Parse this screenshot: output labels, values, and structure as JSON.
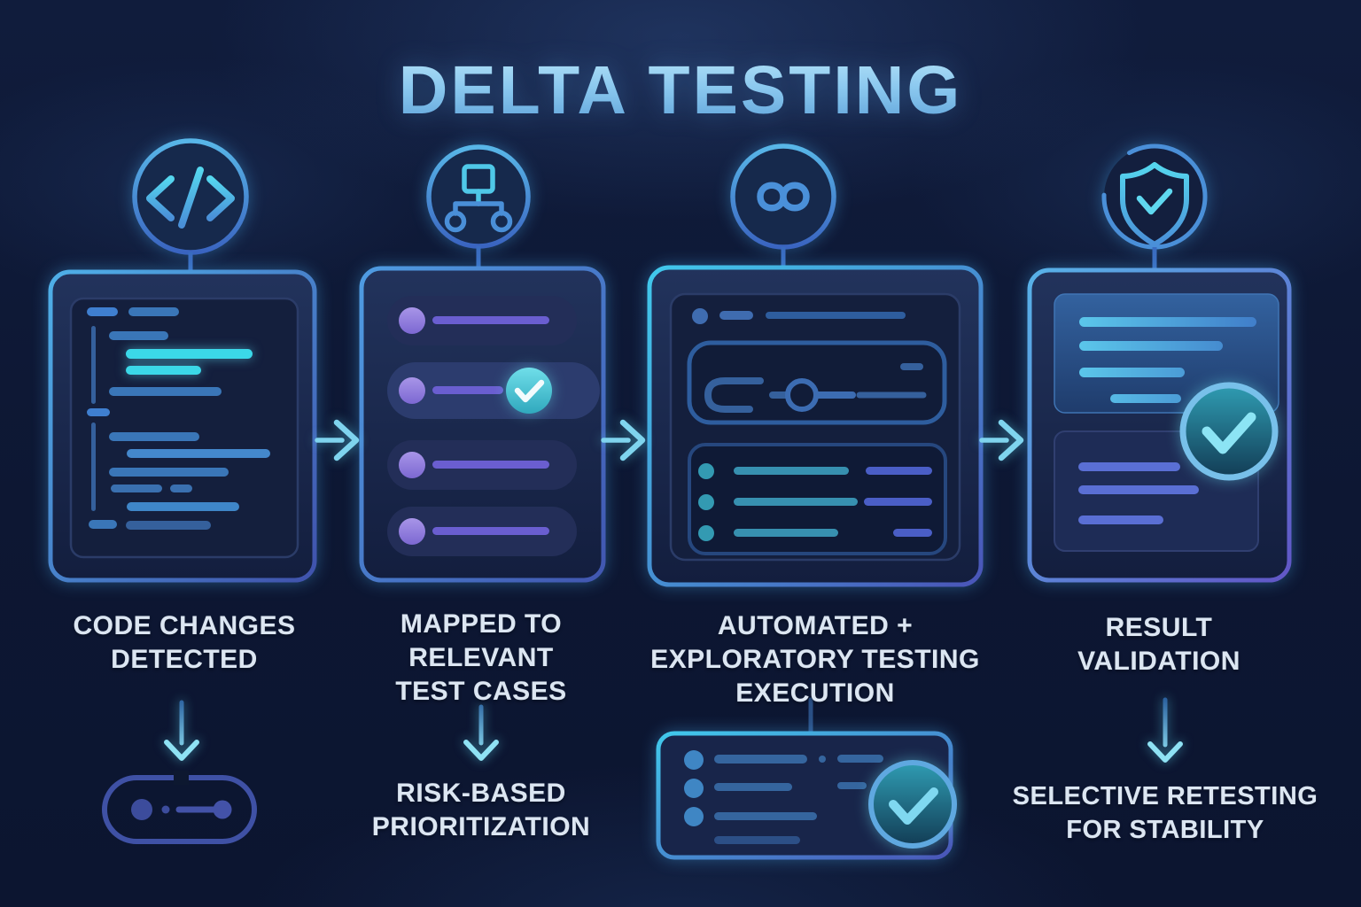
{
  "title": "DELTA TESTING",
  "steps": [
    {
      "icon": "code-icon",
      "caption": [
        "CODE CHANGES",
        "DETECTED"
      ],
      "graphic": "code-editor-card",
      "sub_graphic": "slider-capsule"
    },
    {
      "icon": "hierarchy-icon",
      "caption": [
        "MAPPED TO",
        "RELEVANT",
        "TEST CASES"
      ],
      "graphic": "test-case-list-card",
      "sub_caption": [
        "RISK-BASED",
        "PRIORITIZATION"
      ]
    },
    {
      "icon": "infinity-icon",
      "caption": [
        "AUTOMATED +",
        "EXPLORATORY TESTING",
        "EXECUTION"
      ],
      "graphic": "pipeline-card",
      "sub_graphic": "checklist-result-card"
    },
    {
      "icon": "shield-check-icon",
      "caption": [
        "RESULT",
        "VALIDATION"
      ],
      "graphic": "report-card",
      "sub_caption": [
        "SELECTIVE RETESTING",
        "FOR STABILITY"
      ]
    }
  ],
  "colors": {
    "background": "#0d1733",
    "accent_cyan": "#5cd8f0",
    "accent_blue": "#4a8fd8",
    "accent_indigo": "#4a5ec6",
    "accent_purple": "#9b8ce2",
    "accent_teal": "#339ab2",
    "caption_text": "#dce6f2",
    "title_top": "#b5e3f8",
    "title_bottom": "#5b9fd8"
  }
}
